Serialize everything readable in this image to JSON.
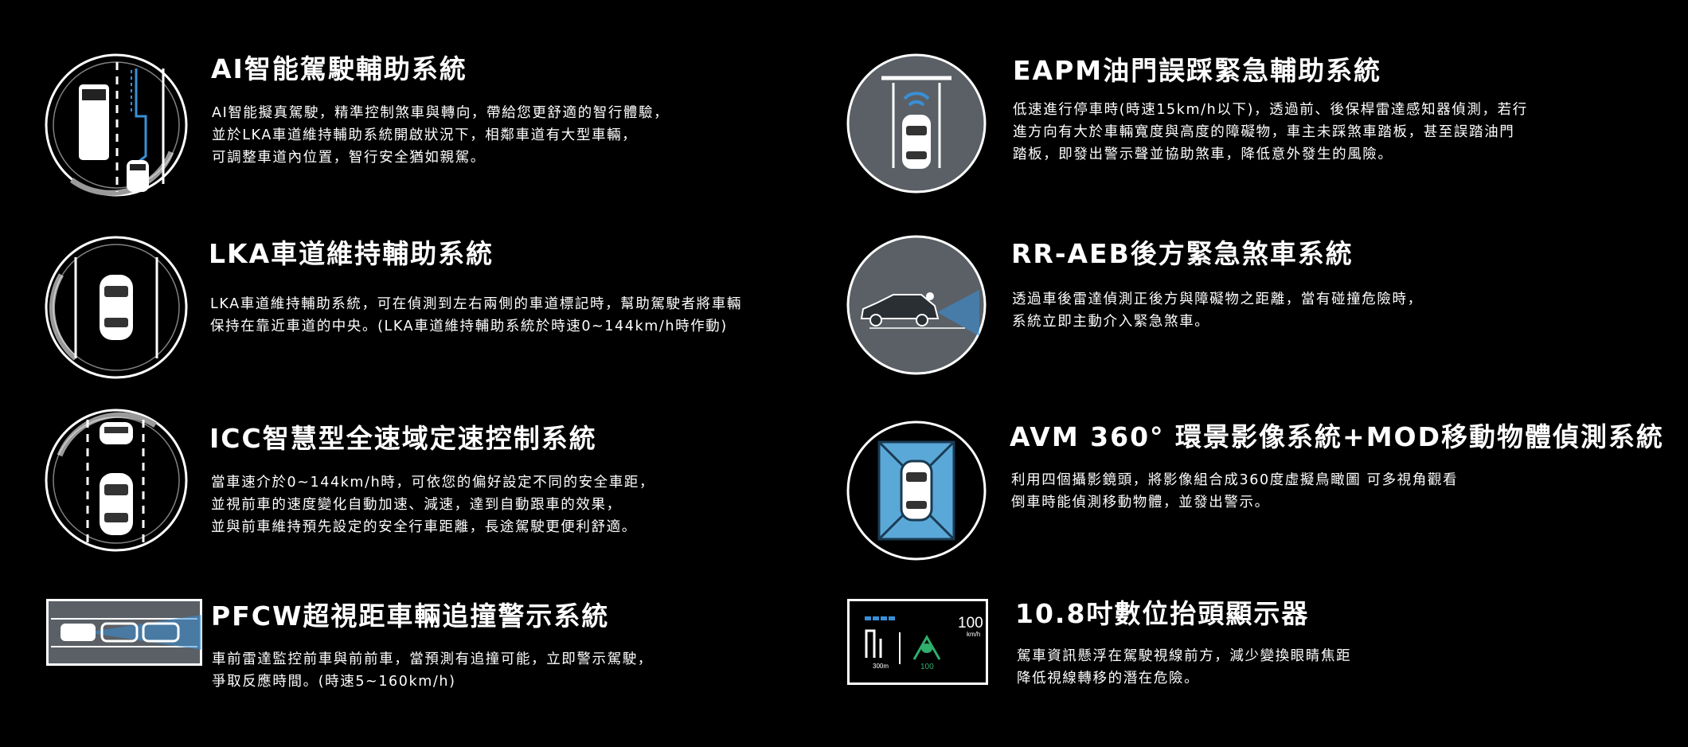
{
  "features": [
    {
      "title": "AI智能駕駛輔助系統",
      "lines": [
        "AI智能擬真駕駛，精準控制煞車與轉向，帶給您更舒適的智行體驗，",
        "並於LKA車道維持輔助系統開啟狀況下，相鄰車道有大型車輛，",
        "可調整車道內位置，智行安全猶如親駕。"
      ],
      "icon": "ai-driving-icon"
    },
    {
      "title": "LKA車道維持輔助系統",
      "lines": [
        "LKA車道維持輔助系統，可在偵測到左右兩側的車道標記時，幫助駕駛者將車輛",
        "保持在靠近車道的中央。(LKA車道維持輔助系統於時速0~144km/h時作動)"
      ],
      "icon": "lane-keeping-icon"
    },
    {
      "title": "ICC智慧型全速域定速控制系統",
      "lines": [
        "當車速介於0~144km/h時，可依您的偏好設定不同的安全車距，",
        "並視前車的速度變化自動加速、減速，達到自動跟車的效果，",
        "並與前車維持預先設定的安全行車距離，長途駕駛更便利舒適。"
      ],
      "icon": "cruise-control-icon"
    },
    {
      "title": "PFCW超視距車輛追撞警示系統",
      "lines": [
        "車前雷達監控前車與前前車，當預測有追撞可能，立即警示駕駛，",
        "爭取反應時間。(時速5~160km/h)"
      ],
      "icon": "forward-collision-icon"
    },
    {
      "title": "EAPM油門誤踩緊急輔助系統",
      "lines": [
        "低速進行停車時(時速15km/h以下)，透過前、後保桿雷達感知器偵測，若行",
        "進方向有大於車輛寬度與高度的障礙物，車主未踩煞車踏板，甚至誤踏油門",
        "踏板，即發出警示聲並協助煞車，降低意外發生的風險。"
      ],
      "icon": "pedal-misapplication-icon"
    },
    {
      "title": "RR-AEB後方緊急煞車系統",
      "lines": [
        "透過車後雷達偵測正後方與障礙物之距離，當有碰撞危險時，",
        "系統立即主動介入緊急煞車。"
      ],
      "icon": "rear-braking-icon"
    },
    {
      "title": "AVM 360° 環景影像系統+MOD移動物體偵測系統",
      "lines": [
        "利用四個攝影鏡頭，將影像組合成360度虛擬鳥瞰圖 可多視角觀看",
        "倒車時能偵測移動物體，並發出警示。"
      ],
      "icon": "surround-view-icon"
    },
    {
      "title": "10.8吋數位抬頭顯示器",
      "lines": [
        "駕車資訊懸浮在駕駛視線前方，減少變換眼睛焦距",
        "降低視線轉移的潛在危險。"
      ],
      "icon": "head-up-display-icon"
    }
  ],
  "hud": {
    "speed": "100",
    "unit": "km/h",
    "distance": "300m",
    "limit": "100"
  },
  "colors": {
    "accent": "#3a8fd6",
    "icon_bg": "#5a6066",
    "green": "#2fae6c"
  }
}
